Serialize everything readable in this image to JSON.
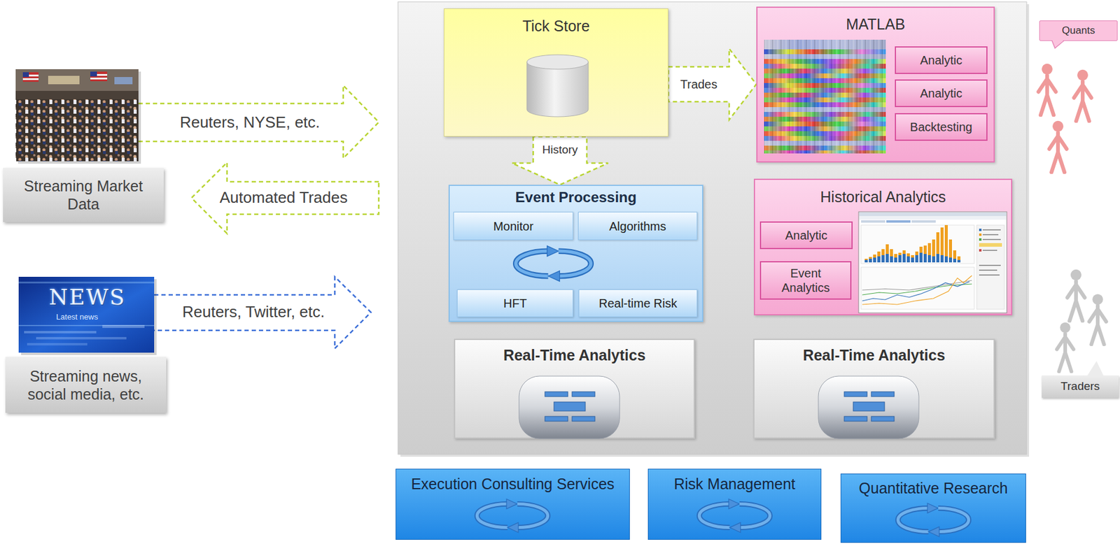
{
  "diagram": {
    "nodes": [
      {
        "text": [
          "Streaming Market Data"
        ]
      },
      {
        "text": [
          "Streaming news, social media, etc."
        ]
      },
      {
        "text": [
          "Tick Store"
        ]
      },
      {
        "text": [
          "MATLAB"
        ]
      },
      {
        "text": [
          "Analytic"
        ],
        "in": 3
      },
      {
        "text": [
          "Analytic"
        ],
        "in": 3
      },
      {
        "text": [
          "Backtesting"
        ],
        "in": 3
      },
      {
        "text": [
          "Event Processing"
        ]
      },
      {
        "text": [
          "Monitor"
        ],
        "in": 7
      },
      {
        "text": [
          "Algorithms"
        ],
        "in": 7
      },
      {
        "text": [
          "HFT"
        ],
        "in": 7
      },
      {
        "text": [
          "Real-time Risk"
        ],
        "in": 7
      },
      {
        "text": [
          "Historical Analytics"
        ]
      },
      {
        "text": [
          "Analytic"
        ],
        "in": 12
      },
      {
        "text": [
          "Event Analytics"
        ],
        "in": 12
      },
      {
        "text": [
          "Real-Time Analytics"
        ]
      },
      {
        "text": [
          "Real-Time Analytics"
        ]
      },
      {
        "text": [
          "Quants"
        ]
      },
      {
        "text": [
          "Traders"
        ]
      },
      {
        "text": [
          "Execution Consulting Services"
        ]
      },
      {
        "text": [
          "Risk Management"
        ]
      },
      {
        "text": [
          "Quantitative Research"
        ]
      }
    ],
    "edges": [
      {
        "from": 2,
        "to": 3,
        "label": "Trades",
        "arrow": "to"
      },
      {
        "from": 2,
        "to": 7,
        "label": "History",
        "arrow": "to"
      }
    ],
    "labels": [
      "Reuters, NYSE, etc.",
      "Automated Trades",
      "NEWS",
      "Latest news",
      "Reuters, Twitter, etc."
    ]
  }
}
